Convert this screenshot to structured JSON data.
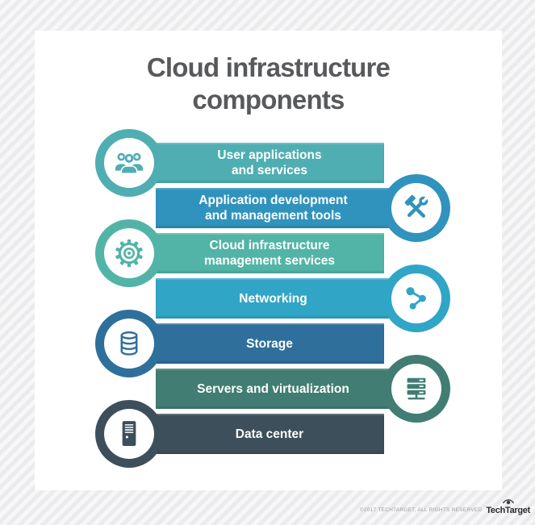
{
  "header": {
    "title_line1": "Cloud infrastructure",
    "title_line2": "components"
  },
  "rows": [
    {
      "slug": "user-applications-and-services",
      "icon": "users-group",
      "side": "left",
      "color": "#4FAEB2",
      "lines": [
        "User applications",
        "and services"
      ]
    },
    {
      "slug": "application-development-and-management-tools",
      "icon": "hammer-wrench",
      "side": "right",
      "color": "#3093BD",
      "lines": [
        "Application development",
        "and management tools"
      ]
    },
    {
      "slug": "cloud-infrastructure-management-services",
      "icon": "gear",
      "side": "left",
      "color": "#52B4A7",
      "lines": [
        "Cloud infrastructure",
        "management services"
      ]
    },
    {
      "slug": "networking",
      "icon": "network-nodes",
      "side": "right",
      "color": "#31A5C6",
      "lines": [
        "Networking"
      ]
    },
    {
      "slug": "storage",
      "icon": "database",
      "side": "left",
      "color": "#2F6F9B",
      "lines": [
        "Storage"
      ]
    },
    {
      "slug": "servers-and-virtualization",
      "icon": "server-stack",
      "side": "right",
      "color": "#417D72",
      "lines": [
        "Servers and virtualization"
      ]
    },
    {
      "slug": "data-center",
      "icon": "server-tower",
      "side": "left",
      "color": "#3C4F5A",
      "lines": [
        "Data center"
      ]
    }
  ],
  "footer": {
    "copyright": "©2017 TECHTARGET, ALL RIGHTS RESERVED",
    "brand": "TechTarget"
  }
}
